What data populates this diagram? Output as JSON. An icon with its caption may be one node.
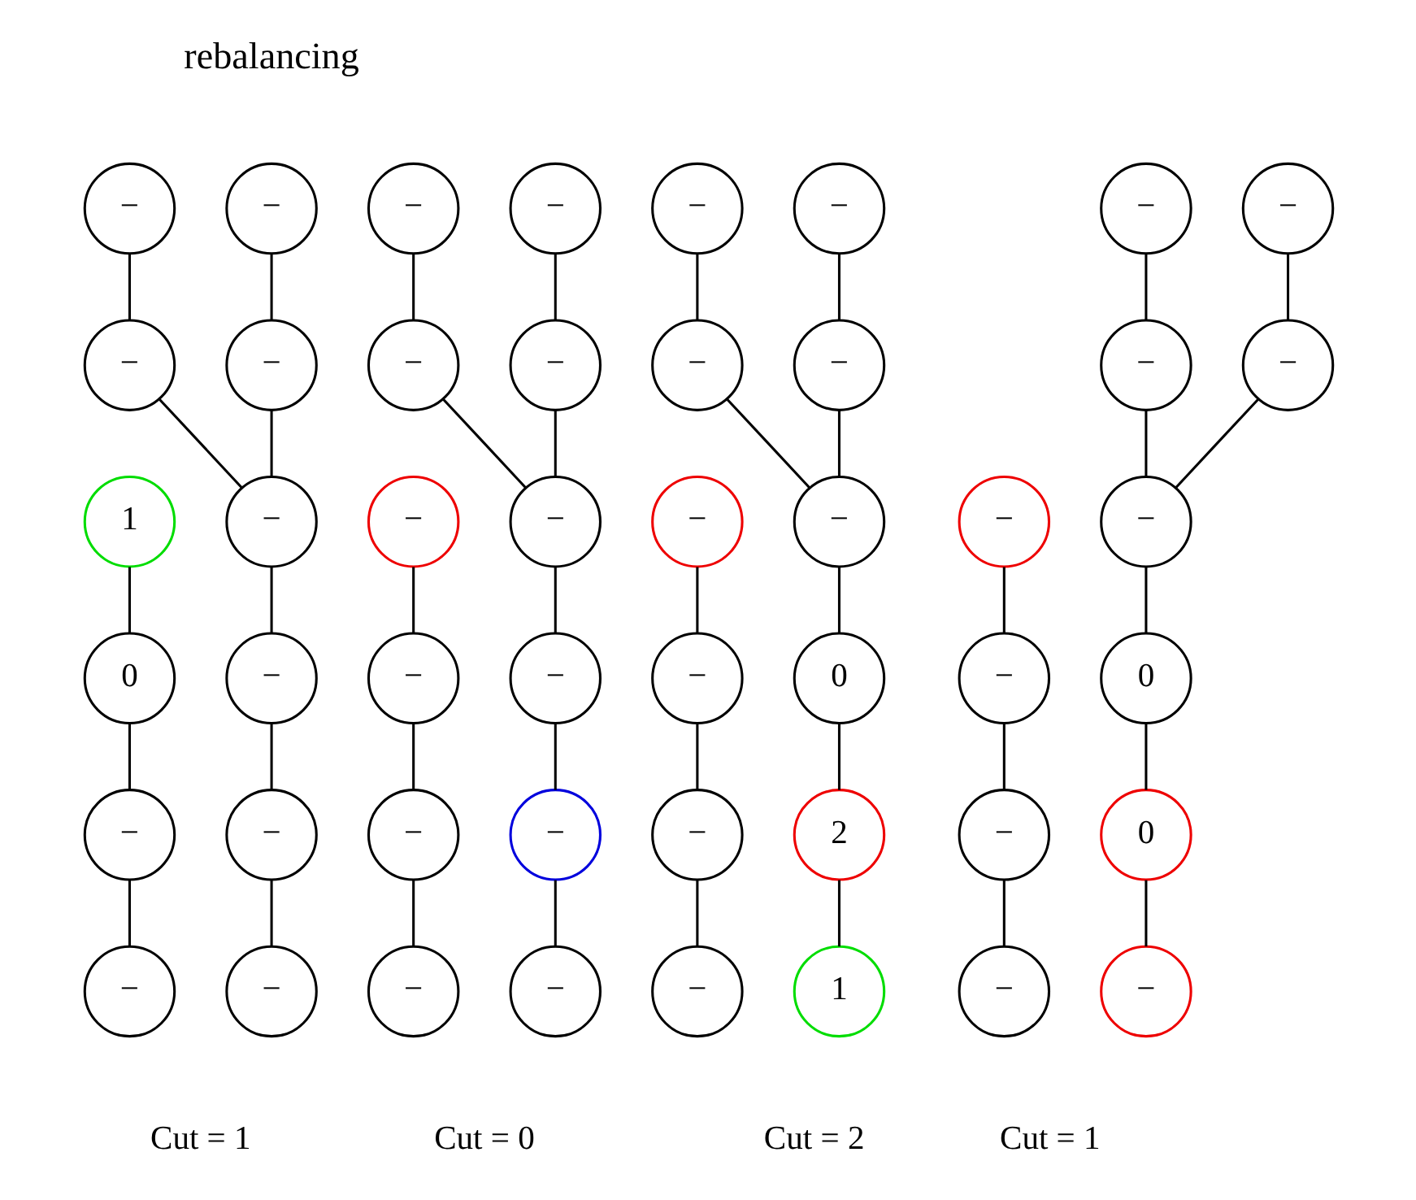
{
  "diagram": {
    "nodes": [
      {
        "text": [
          "−"
        ]
      },
      {
        "text": [
          "−"
        ]
      },
      {
        "text": [
          "−"
        ]
      },
      {
        "text": [
          "−"
        ]
      },
      {
        "text": [
          "−"
        ]
      },
      {
        "text": [
          "−"
        ]
      },
      {
        "text": [
          "−"
        ]
      },
      {
        "text": [
          "−"
        ]
      },
      {
        "text": [
          "1"
        ]
      },
      {
        "text": [
          "0"
        ]
      },
      {
        "text": [
          "−"
        ]
      },
      {
        "text": [
          "−"
        ]
      },
      {
        "text": [
          "−"
        ]
      },
      {
        "text": [
          "−"
        ]
      },
      {
        "text": [
          "−"
        ]
      },
      {
        "text": [
          "−"
        ]
      },
      {
        "text": [
          "−"
        ]
      },
      {
        "text": [
          "−"
        ]
      },
      {
        "text": [
          "−"
        ]
      },
      {
        "text": [
          "−"
        ]
      },
      {
        "text": [
          "−"
        ]
      },
      {
        "text": [
          "−"
        ]
      },
      {
        "text": [
          "−"
        ]
      },
      {
        "text": [
          "−"
        ]
      },
      {
        "text": [
          "−"
        ]
      },
      {
        "text": [
          "−"
        ]
      },
      {
        "text": [
          "−"
        ]
      },
      {
        "text": [
          "0"
        ]
      },
      {
        "text": [
          "2"
        ]
      },
      {
        "text": [
          "1"
        ]
      },
      {
        "text": [
          "−"
        ]
      },
      {
        "text": [
          "−"
        ]
      },
      {
        "text": [
          "−"
        ]
      },
      {
        "text": [
          "−"
        ]
      },
      {
        "text": [
          "−"
        ]
      },
      {
        "text": [
          "−"
        ]
      },
      {
        "text": [
          "−"
        ]
      },
      {
        "text": [
          "−"
        ]
      },
      {
        "text": [
          "−"
        ]
      },
      {
        "text": [
          "0"
        ]
      },
      {
        "text": [
          "0"
        ]
      },
      {
        "text": [
          "−"
        ]
      },
      {
        "text": [
          "−"
        ]
      },
      {
        "text": [
          "−"
        ]
      },
      {
        "text": [
          "−"
        ]
      },
      {
        "text": [
          "−"
        ]
      },
      {
        "text": [
          "−"
        ]
      },
      {
        "text": [
          "−"
        ]
      }
    ],
    "edges": [
      {
        "from": 0,
        "to": 1,
        "arrow": "none"
      },
      {
        "from": 1,
        "to": 2,
        "arrow": "none"
      },
      {
        "from": 2,
        "to": 3,
        "arrow": "none"
      },
      {
        "from": 3,
        "to": 4,
        "arrow": "none"
      },
      {
        "from": 4,
        "to": 5,
        "arrow": "none"
      },
      {
        "from": 6,
        "to": 7,
        "arrow": "none"
      },
      {
        "from": 7,
        "to": 2,
        "arrow": "none"
      },
      {
        "from": 8,
        "to": 9,
        "arrow": "none"
      },
      {
        "from": 9,
        "to": 10,
        "arrow": "none"
      },
      {
        "from": 10,
        "to": 11,
        "arrow": "none"
      },
      {
        "from": 12,
        "to": 13,
        "arrow": "none"
      },
      {
        "from": 13,
        "to": 14,
        "arrow": "none"
      },
      {
        "from": 14,
        "to": 15,
        "arrow": "none"
      },
      {
        "from": 15,
        "to": 16,
        "arrow": "none"
      },
      {
        "from": 16,
        "to": 17,
        "arrow": "none"
      },
      {
        "from": 18,
        "to": 19,
        "arrow": "none"
      },
      {
        "from": 19,
        "to": 14,
        "arrow": "none"
      },
      {
        "from": 20,
        "to": 21,
        "arrow": "none"
      },
      {
        "from": 21,
        "to": 22,
        "arrow": "none"
      },
      {
        "from": 22,
        "to": 23,
        "arrow": "none"
      },
      {
        "from": 24,
        "to": 25,
        "arrow": "none"
      },
      {
        "from": 25,
        "to": 26,
        "arrow": "none"
      },
      {
        "from": 26,
        "to": 27,
        "arrow": "none"
      },
      {
        "from": 27,
        "to": 28,
        "arrow": "none"
      },
      {
        "from": 28,
        "to": 29,
        "arrow": "none"
      },
      {
        "from": 30,
        "to": 31,
        "arrow": "none"
      },
      {
        "from": 31,
        "to": 26,
        "arrow": "none"
      },
      {
        "from": 32,
        "to": 33,
        "arrow": "none"
      },
      {
        "from": 33,
        "to": 34,
        "arrow": "none"
      },
      {
        "from": 34,
        "to": 35,
        "arrow": "none"
      },
      {
        "from": 36,
        "to": 37,
        "arrow": "none"
      },
      {
        "from": 37,
        "to": 38,
        "arrow": "none"
      },
      {
        "from": 38,
        "to": 39,
        "arrow": "none"
      },
      {
        "from": 39,
        "to": 40,
        "arrow": "none"
      },
      {
        "from": 40,
        "to": 41,
        "arrow": "none"
      },
      {
        "from": 42,
        "to": 43,
        "arrow": "none"
      },
      {
        "from": 43,
        "to": 38,
        "arrow": "none"
      },
      {
        "from": 44,
        "to": 45,
        "arrow": "none"
      },
      {
        "from": 45,
        "to": 46,
        "arrow": "none"
      },
      {
        "from": 46,
        "to": 47,
        "arrow": "none"
      }
    ],
    "labels": [
      "rebalancing",
      "Cut = 1",
      "Cut = 0",
      "Cut = 2",
      "Cut = 1"
    ]
  }
}
